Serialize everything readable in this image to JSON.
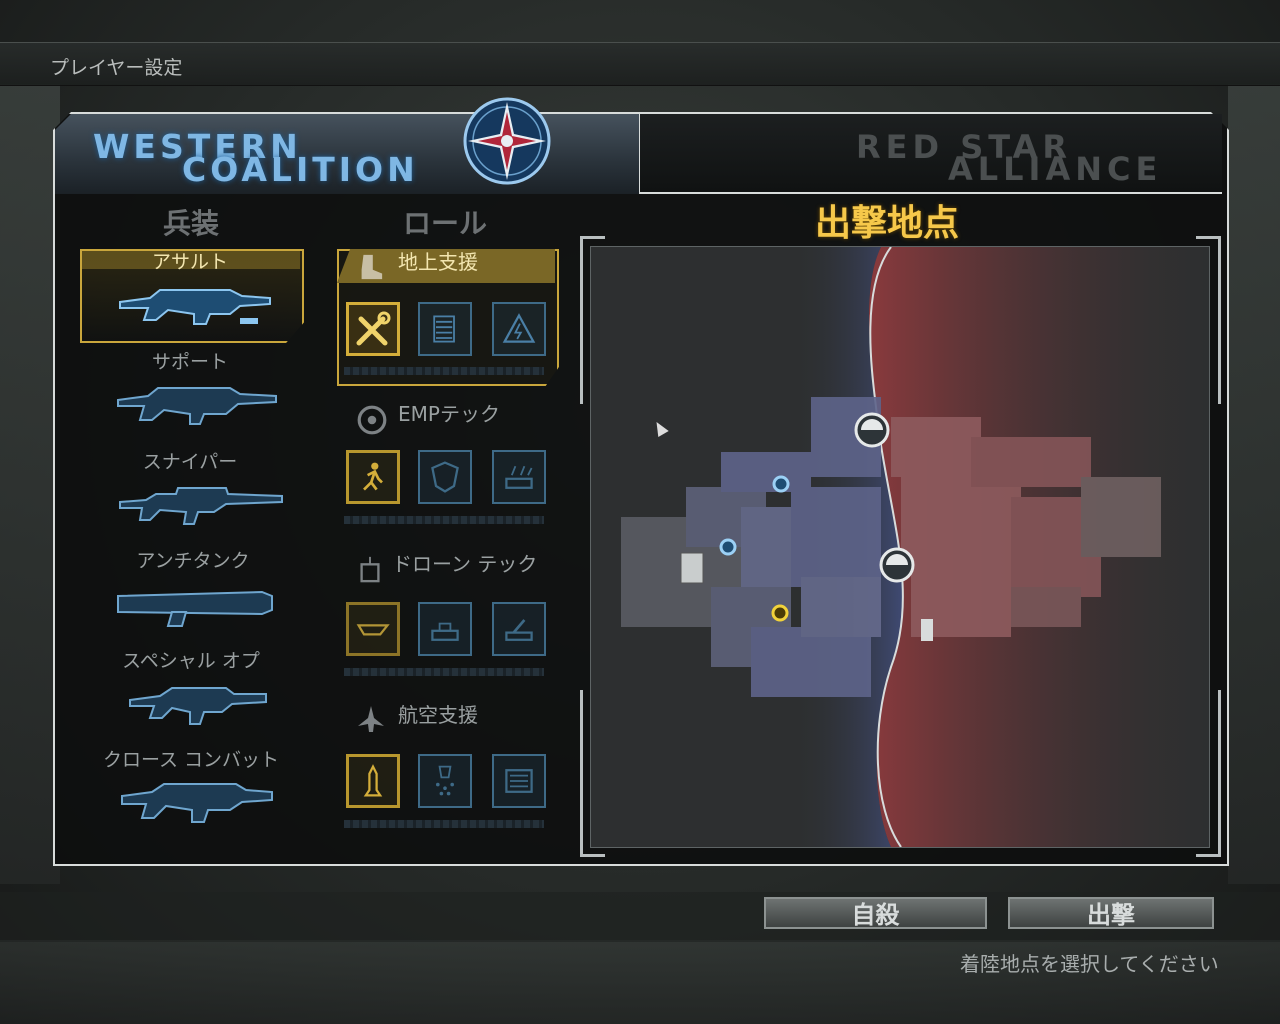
{
  "header": {
    "title": "プレイヤー設定"
  },
  "teams": {
    "active": {
      "line1": "WESTERN",
      "line2": "COALITION"
    },
    "inactive": {
      "line1": "RED STAR",
      "line2": "ALLIANCE"
    }
  },
  "columns": {
    "weapons": "兵装",
    "roles": "ロール"
  },
  "weapons": [
    {
      "label": "アサルト",
      "selected": true
    },
    {
      "label": "サポート",
      "selected": false
    },
    {
      "label": "スナイパー",
      "selected": false
    },
    {
      "label": "アンチタンク",
      "selected": false
    },
    {
      "label": "スペシャル オプ",
      "selected": false
    },
    {
      "label": "クロース コンバット",
      "selected": false
    }
  ],
  "roles": [
    {
      "label": "地上支援",
      "icon": "boot-icon",
      "selected": true,
      "abilities": [
        "wrench-icon",
        "ammo-icon",
        "warning-icon"
      ]
    },
    {
      "label": "EMPテック",
      "icon": "emp-icon",
      "selected": false,
      "abilities": [
        "runner-icon",
        "shield-icon",
        "tank-emp-icon"
      ]
    },
    {
      "label": "ドローン テック",
      "icon": "remote-icon",
      "selected": false,
      "abilities": [
        "drone-icon",
        "drone-tank-icon",
        "turret-icon"
      ]
    },
    {
      "label": "航空支援",
      "icon": "jet-icon",
      "selected": false,
      "abilities": [
        "missile-icon",
        "cluster-bomb-icon",
        "strike-icon"
      ]
    }
  ],
  "map": {
    "title": "出撃地点"
  },
  "buttons": {
    "suicide": "自殺",
    "deploy": "出撃"
  },
  "status": "着陸地点を選択してください",
  "colors": {
    "accent_gold": "#d4ae3a",
    "blue_team": "#7fb7e4",
    "red_zone": "#8a3a3d",
    "blue_zone": "#3f4a73"
  }
}
